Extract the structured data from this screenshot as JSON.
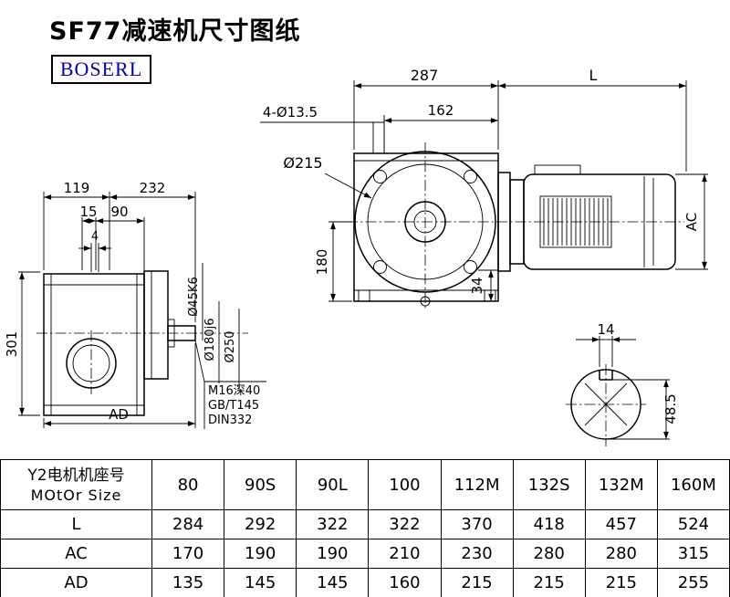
{
  "page": {
    "title": "SF77减速机尺寸图纸",
    "logo": "BOSERL"
  },
  "side_view": {
    "d119": "119",
    "d232": "232",
    "d15": "15",
    "d90": "90",
    "d4": "4",
    "d301": "301",
    "dAD": "AD",
    "shaft_dia": "Ø45K6",
    "spigot_dia": "Ø180j6",
    "flange_dia": "Ø250",
    "tap_note": "M16深40",
    "std_gb": "GB/T145",
    "std_din": "DIN332"
  },
  "front_view": {
    "d287": "287",
    "dL": "L",
    "d162": "162",
    "holes": "4-Ø13.5",
    "flange": "Ø215",
    "d180": "180",
    "d34": "34",
    "dAC": "AC"
  },
  "shaft_section": {
    "key_width": "14",
    "depth": "48.5"
  },
  "table": {
    "header_col": {
      "line1": "Y2电机机座号",
      "line2": "MOtOr Size"
    },
    "motor_sizes": [
      "80",
      "90S",
      "90L",
      "100",
      "112M",
      "132S",
      "132M",
      "160M"
    ],
    "rows": [
      {
        "label": "L",
        "values": [
          "284",
          "292",
          "322",
          "322",
          "370",
          "418",
          "457",
          "524"
        ]
      },
      {
        "label": "AC",
        "values": [
          "170",
          "190",
          "190",
          "210",
          "230",
          "280",
          "280",
          "315"
        ]
      },
      {
        "label": "AD",
        "values": [
          "135",
          "145",
          "145",
          "160",
          "215",
          "215",
          "215",
          "255"
        ]
      }
    ]
  }
}
